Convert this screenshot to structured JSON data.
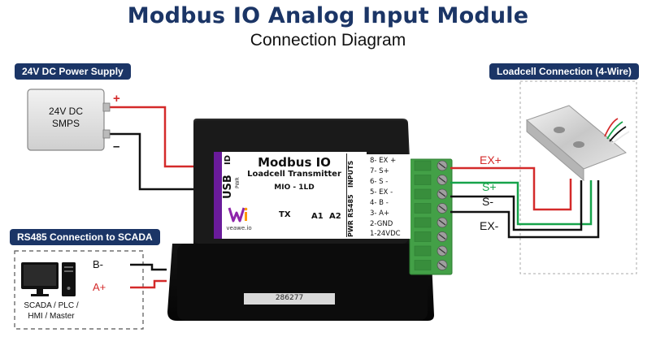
{
  "header": {
    "title": "Modbus IO Analog Input Module",
    "subtitle": "Connection Diagram"
  },
  "power": {
    "section_label": "24V DC Power Supply",
    "smps_line1": "24V DC",
    "smps_line2": "SMPS",
    "plus": "+",
    "minus": "–"
  },
  "rs485": {
    "section_label": "RS485 Connection to SCADA",
    "b_minus": "B-",
    "a_plus": "A+",
    "device_line1": "SCADA / PLC /",
    "device_line2": "HMI / Master"
  },
  "loadcell": {
    "section_label": "Loadcell Connection (4-Wire)",
    "ex_plus": "EX+",
    "s_plus": "S+",
    "s_minus": "S-",
    "ex_minus": "EX-"
  },
  "module": {
    "brand_name": "Modbus IO",
    "model_desc": "Loadcell Transmitter",
    "model_code": "MIO - 1LD",
    "logo_text": "veawe.io",
    "usb_label": "USB",
    "pwr_small": "PWR",
    "id_label": "ID",
    "led_tx": "TX",
    "led_a1": "A1",
    "led_a2": "A2",
    "inputs_label": "INPUTS",
    "rs485_label": "RS485",
    "pwr_label": "PWR",
    "terminals": [
      "8- EX +",
      "7- S+",
      "6- S -",
      "5- EX -",
      "4- B -",
      "3- A+",
      "2-GND",
      "1-24VDC"
    ],
    "serial": "286277"
  },
  "colors": {
    "accent": "#1b3566",
    "wire_red": "#d42a2a",
    "wire_green": "#16a34a",
    "wire_black": "#111111",
    "terminal_green": "#4caf50",
    "label_purple": "#6a1b9a"
  }
}
